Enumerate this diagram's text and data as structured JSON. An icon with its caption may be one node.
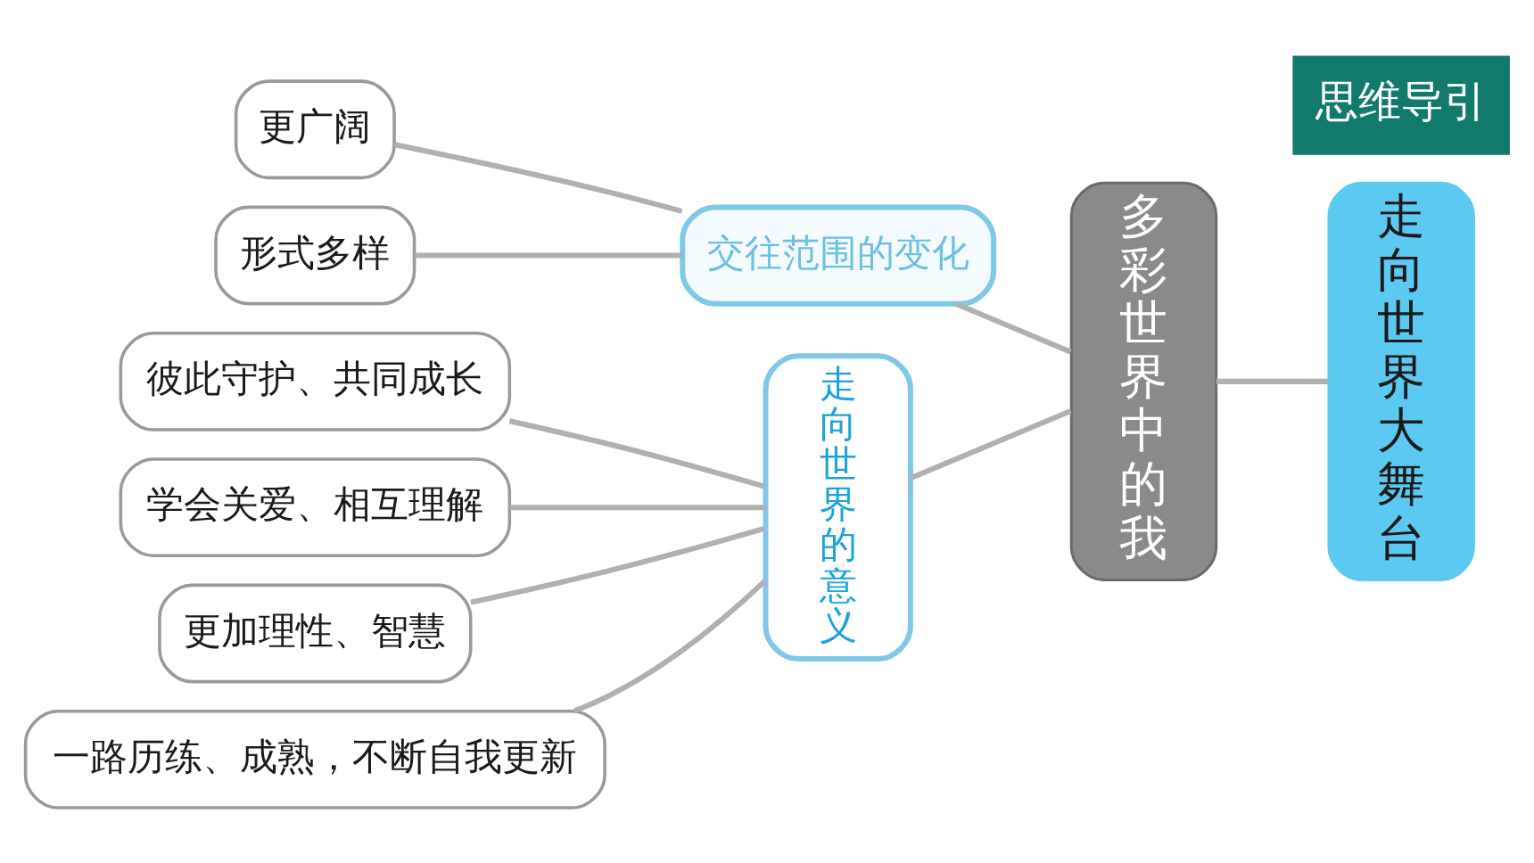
{
  "diagram": {
    "nodes": [
      {
        "text": [
          "走向世界大舞台"
        ]
      },
      {
        "text": [
          "多彩世界中的我"
        ]
      },
      {
        "text": [
          "交往范围的变化"
        ]
      },
      {
        "text": [
          "更广阔"
        ]
      },
      {
        "text": [
          "形式多样"
        ]
      },
      {
        "text": [
          "走向世界的意义"
        ]
      },
      {
        "text": [
          "彼此守护、共同成长"
        ]
      },
      {
        "text": [
          "学会关爱、相互理解"
        ]
      },
      {
        "text": [
          "更加理性、智慧"
        ]
      },
      {
        "text": [
          "一路历练、成熟，不断自我更新"
        ]
      }
    ],
    "edges": [
      {
        "from": 0,
        "to": 1,
        "arrow": "none"
      },
      {
        "from": 1,
        "to": 2,
        "arrow": "none"
      },
      {
        "from": 1,
        "to": 5,
        "arrow": "none"
      },
      {
        "from": 2,
        "to": 3,
        "arrow": "none"
      },
      {
        "from": 2,
        "to": 4,
        "arrow": "none"
      },
      {
        "from": 5,
        "to": 6,
        "arrow": "none"
      },
      {
        "from": 5,
        "to": 7,
        "arrow": "none"
      },
      {
        "from": 5,
        "to": 8,
        "arrow": "none"
      },
      {
        "from": 5,
        "to": 9,
        "arrow": "none"
      }
    ],
    "labels": [
      "思维导引"
    ]
  }
}
